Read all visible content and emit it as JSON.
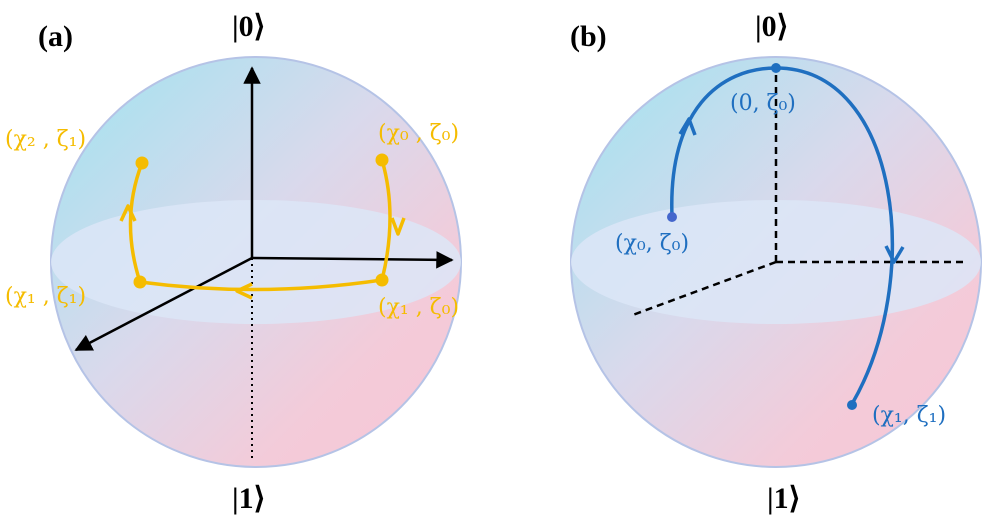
{
  "panels": [
    {
      "label": "(a)",
      "top_state": "|0⟩",
      "bottom_state": "|1⟩",
      "path_color": "#F5BC00",
      "points": [
        {
          "label": "(χ₂ , ζ₁)"
        },
        {
          "label": "(χ₀ , ζ₀)"
        },
        {
          "label": "(χ₁ , ζ₁)"
        },
        {
          "label": "(χ₁ , ζ₀)"
        }
      ]
    },
    {
      "label": "(b)",
      "top_state": "|0⟩",
      "bottom_state": "|1⟩",
      "path_color": "#1F6FC0",
      "points": [
        {
          "label": "(0, ζ₀)"
        },
        {
          "label": "(χ₀, ζ₀)"
        },
        {
          "label": "(χ₁, ζ₁)"
        }
      ]
    }
  ],
  "colors": {
    "sphere_cyan": "#A6E3EE",
    "sphere_pink": "#F6C8D6",
    "equator": "#DDE6F6",
    "axis": "#000000"
  }
}
